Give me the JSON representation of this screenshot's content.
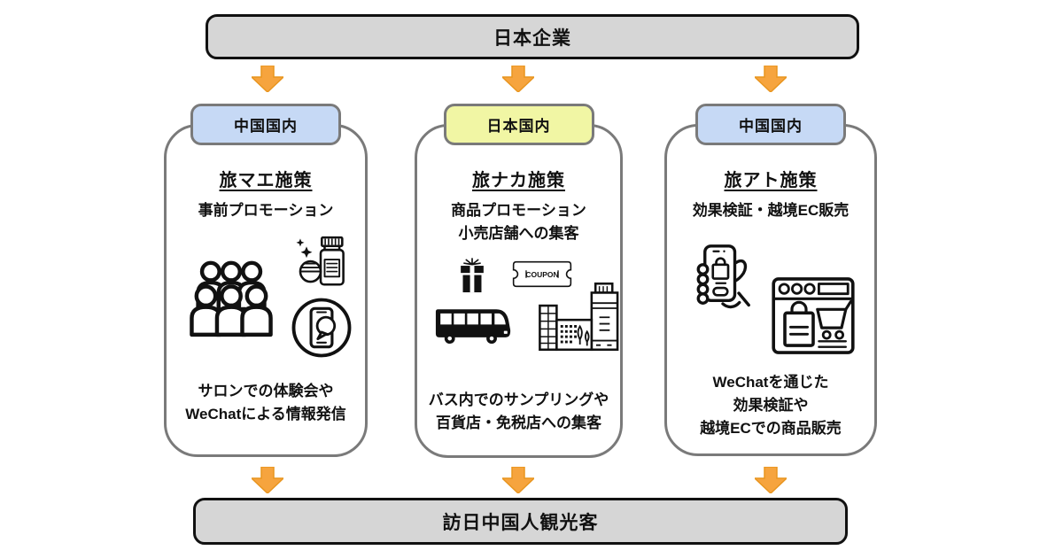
{
  "colors": {
    "flow_box_fill": "#d6d6d6",
    "flow_box_border": "#111111",
    "card_border": "#7a7a7a",
    "badge_blue": "#c6d9f5",
    "badge_yellow": "#f1f6a4",
    "arrow_fill": "#f6a43e",
    "arrow_stroke": "#e8951f",
    "icon_color": "#111111"
  },
  "top_box": {
    "label": "日本企業"
  },
  "bottom_box": {
    "label": "訪日中国人観光客"
  },
  "columns": [
    {
      "badge": {
        "label": "中国国内",
        "color": "#c6d9f5"
      },
      "title": "旅マエ施策",
      "subtitle": [
        "事前プロモーション"
      ],
      "icons": [
        "crowd-icon",
        "supplement-pill-bottle-icon",
        "smartphone-chat-icon"
      ],
      "description": [
        "サロンでの体験会や",
        "WeChatによる情報発信"
      ]
    },
    {
      "badge": {
        "label": "日本国内",
        "color": "#f1f6a4"
      },
      "title": "旅ナカ施策",
      "subtitle": [
        "商品プロモーション",
        "小売店舗への集客"
      ],
      "icons": [
        "gift-icon",
        "coupon-icon",
        "bus-icon",
        "city-buildings-icon"
      ],
      "coupon_label": "COUPON",
      "description": [
        "バス内でのサンプリングや",
        "百貨店・免税店への集客"
      ]
    },
    {
      "badge": {
        "label": "中国国内",
        "color": "#c6d9f5"
      },
      "title": "旅アト施策",
      "subtitle": [
        "効果検証・越境EC販売"
      ],
      "icons": [
        "hand-smartphone-shopping-icon",
        "ec-site-cart-icon"
      ],
      "description": [
        "WeChatを通じた",
        "効果検証や",
        "越境ECでの商品販売"
      ]
    }
  ]
}
